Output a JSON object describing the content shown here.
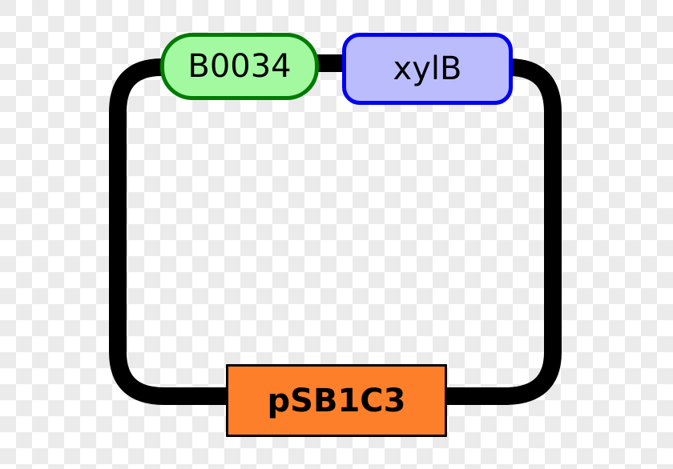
{
  "diagram": {
    "type": "plasmid-construct",
    "background": "transparency-checkerboard",
    "backbone": {
      "color": "#000000",
      "stroke_width": 22
    },
    "parts": [
      {
        "id": "rbs",
        "label": "B0034",
        "shape": "pill",
        "fill": "#a2f9a0",
        "border": "#017a01"
      },
      {
        "id": "cds",
        "label": "xylB",
        "shape": "rounded-rectangle",
        "fill": "#bbbcfd",
        "border": "#0000f2"
      },
      {
        "id": "plasmid",
        "label": "pSB1C3",
        "shape": "rectangle",
        "fill": "#fd7f2a",
        "border": "#000000",
        "bold": true
      }
    ]
  }
}
